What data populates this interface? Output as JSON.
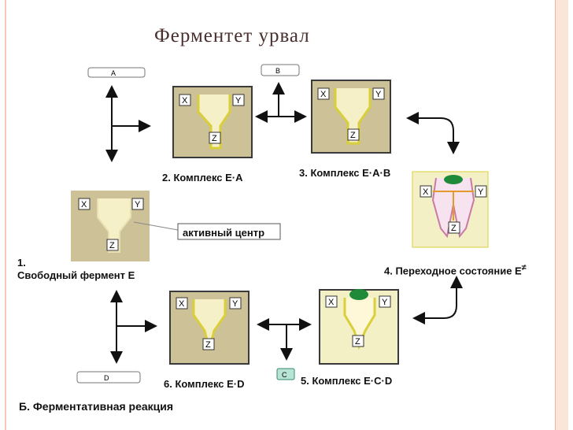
{
  "title": "Ферментет урвал",
  "enzyme": {
    "site_x": "X",
    "site_y": "Y",
    "site_z": "Z"
  },
  "substrates": {
    "a": "A",
    "b": "B",
    "c": "C",
    "d": "D"
  },
  "labels": {
    "complex_ea": "2. Комплекс E·A",
    "complex_eab": "3. Комплекс E·A·B",
    "free_num": "1.",
    "free_enzyme": "Свободный фермент E",
    "active_center": "активный центр",
    "transition": "4. Переходное состояние E",
    "transition_sup": "≠",
    "complex_ecd": "5. Комплекс E·C·D",
    "complex_ed": "6. Комплекс E·D"
  },
  "footer": "Б. Ферментативная реакция",
  "colors": {
    "box_fill": "#cdc197",
    "box_border": "#3a3a3a",
    "channel": "#f5f0c8",
    "channel_edge": "#d9cf3a",
    "accent_green": "#1f8a3a",
    "title_color": "#4a2f2f"
  }
}
